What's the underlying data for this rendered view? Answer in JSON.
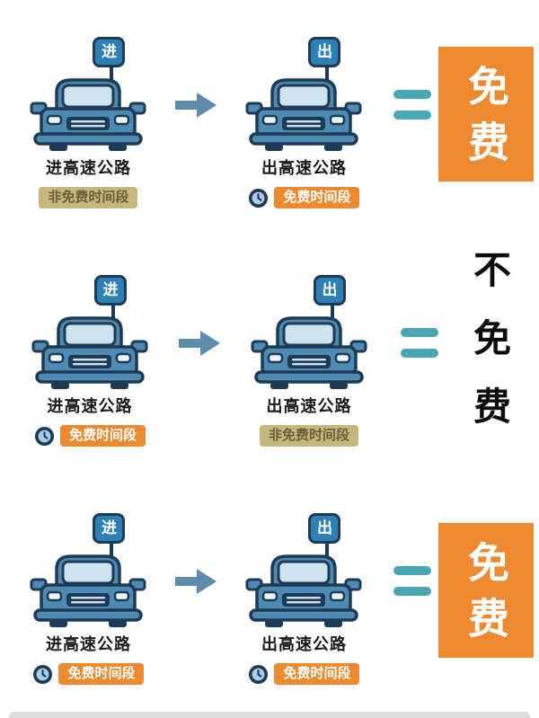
{
  "colors": {
    "orange": "#ED8A2F",
    "khaki": "#C6B77C",
    "khaki_text": "#6A6038",
    "car_blue": "#4F8AB2",
    "windshield": "#CFE3EF",
    "navy": "#1D3A56",
    "arrow": "#5E8CAB",
    "teal": "#4AA6B5",
    "flag_bg": "#2E80B4",
    "ink": "#1A1A1A"
  },
  "rows": [
    {
      "enter": {
        "flag": "进",
        "label": "进高速公路",
        "badge": {
          "text": "非免费时间段",
          "type": "nonfree",
          "clock": false
        }
      },
      "exit": {
        "flag": "出",
        "label": "出高速公路",
        "badge": {
          "text": "免费时间段",
          "type": "free",
          "clock": true
        }
      },
      "result": {
        "text": "免费",
        "type": "free"
      }
    },
    {
      "enter": {
        "flag": "进",
        "label": "进高速公路",
        "badge": {
          "text": "免费时间段",
          "type": "free",
          "clock": true
        }
      },
      "exit": {
        "flag": "出",
        "label": "出高速公路",
        "badge": {
          "text": "非免费时间段",
          "type": "nonfree",
          "clock": false
        }
      },
      "result": {
        "text": "不免费",
        "type": "notfree"
      }
    },
    {
      "enter": {
        "flag": "进",
        "label": "进高速公路",
        "badge": {
          "text": "免费时间段",
          "type": "free",
          "clock": true
        }
      },
      "exit": {
        "flag": "出",
        "label": "出高速公路",
        "badge": {
          "text": "免费时间段",
          "type": "free",
          "clock": true
        }
      },
      "result": {
        "text": "免费",
        "type": "free"
      }
    }
  ]
}
